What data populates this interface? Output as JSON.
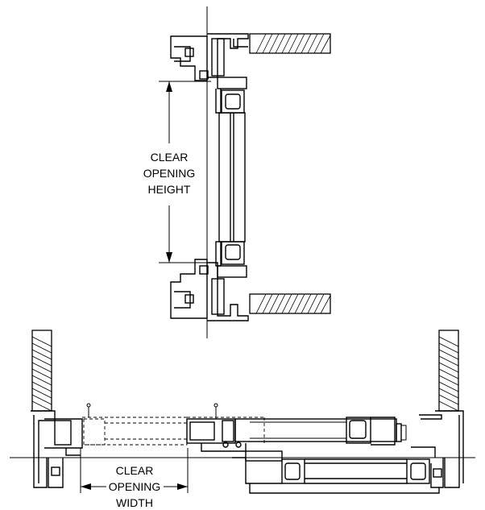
{
  "labels": {
    "height": [
      "CLEAR",
      "OPENING",
      "HEIGHT"
    ],
    "width": [
      "CLEAR",
      "OPENING",
      "WIDTH"
    ]
  }
}
